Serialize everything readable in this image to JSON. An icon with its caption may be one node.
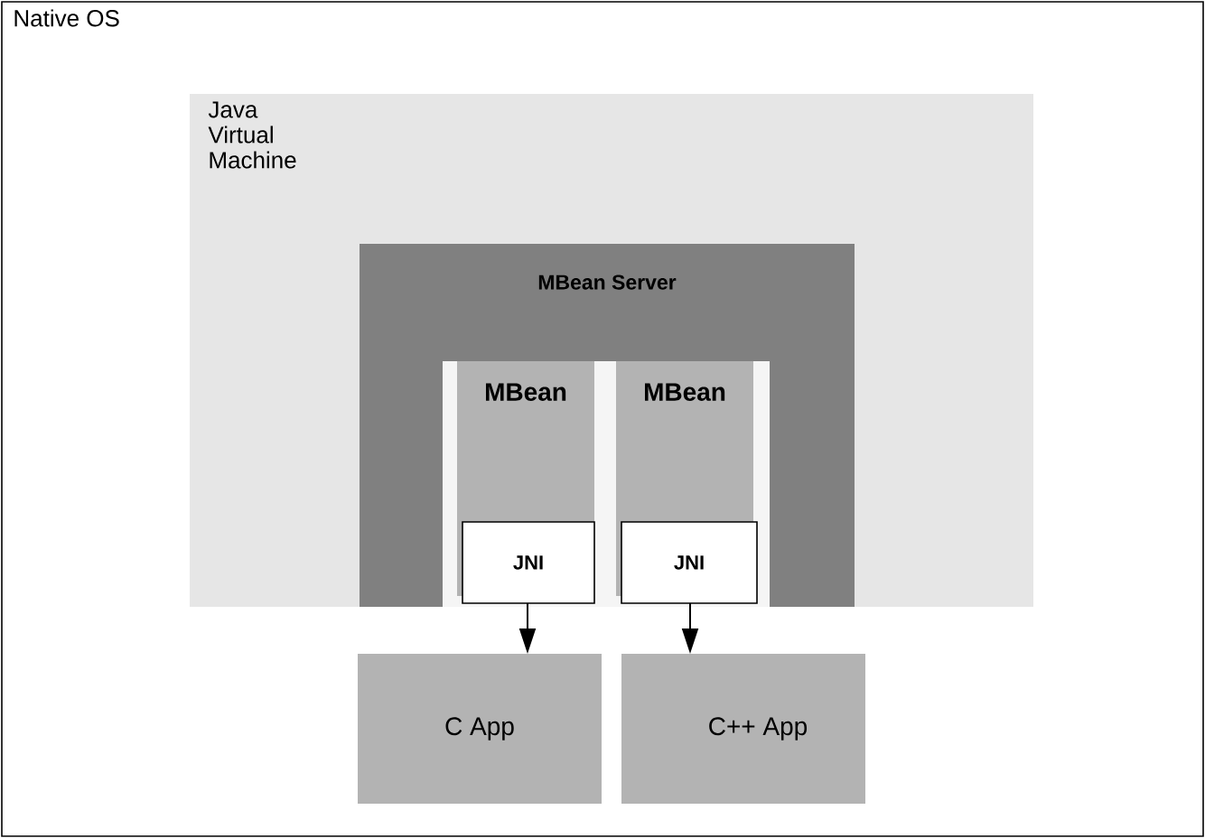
{
  "diagram": {
    "nodes": [
      {
        "text": [
          "Native OS"
        ]
      },
      {
        "text": [
          "Java Virtual Machine"
        ],
        "in": 0
      },
      {
        "text": [
          "MBean Server"
        ],
        "in": 1
      },
      {
        "text": [
          "MBean"
        ],
        "in": 2
      },
      {
        "text": [
          "MBean"
        ],
        "in": 2
      },
      {
        "text": [
          "JNI"
        ],
        "in": 3
      },
      {
        "text": [
          "JNI"
        ],
        "in": 4
      },
      {
        "text": [
          "C App"
        ],
        "in": 0
      },
      {
        "text": [
          "C++ App"
        ],
        "in": 0
      }
    ],
    "edges": [
      {
        "from": 5,
        "to": 7,
        "arrow": "to"
      },
      {
        "from": 6,
        "to": 8,
        "arrow": "to"
      }
    ]
  }
}
